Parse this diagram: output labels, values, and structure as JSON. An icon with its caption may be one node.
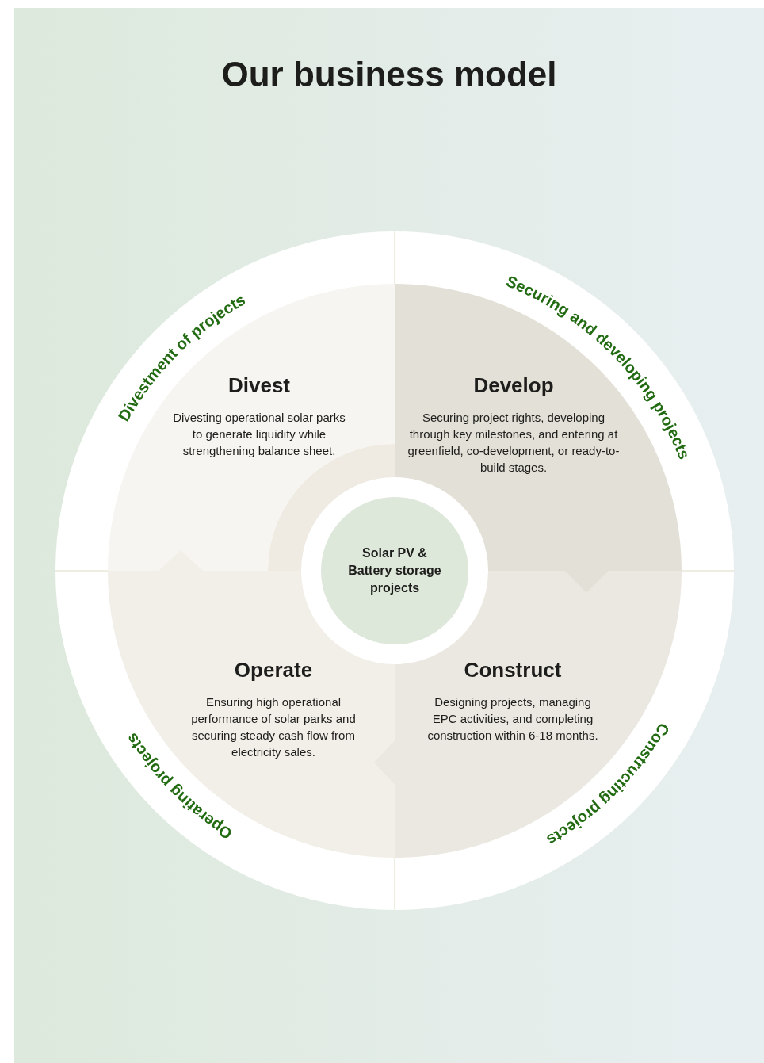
{
  "diagram": {
    "title": "Our business model",
    "nodes": [
      {
        "text": [
          "Divest",
          "Divesting operational solar parks to generate liquidity while strengthening balance sheet."
        ]
      },
      {
        "text": [
          "Develop",
          "Securing project rights, developing through key milestones, and entering at greenfield, co-development, or ready-to-build stages."
        ]
      },
      {
        "text": [
          "Solar PV & Battery storage projects"
        ]
      },
      {
        "text": [
          "Operate",
          "Ensuring high operational performance of solar parks and securing steady cash flow from electricity sales."
        ]
      },
      {
        "text": [
          "Construct",
          "Designing projects, managing EPC activities, and completing construction within 6-18 months."
        ]
      },
      {
        "text": [],
        "shape": "band"
      }
    ],
    "labels": [
      "Divestment of projects",
      "Securing and developing projects",
      "Constructing projects",
      "Operating projects"
    ]
  }
}
